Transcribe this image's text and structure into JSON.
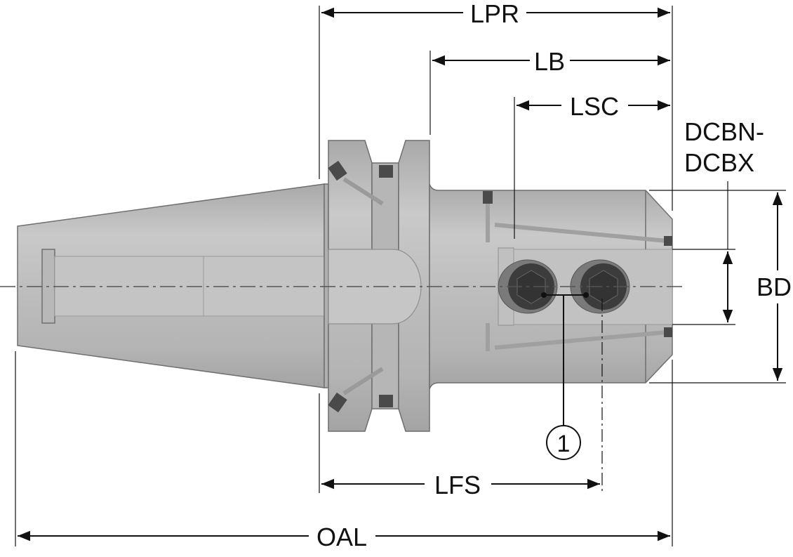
{
  "title": "Tool holder dimension drawing",
  "dimensions": {
    "lpr": "LPR",
    "lb": "LB",
    "lsc": "LSC",
    "dcbn": "DCBN-",
    "dcbx": "DCBX",
    "bd": "BD",
    "lfs": "LFS",
    "oal": "OAL"
  },
  "callout": {
    "number": "1"
  },
  "colors": {
    "body": "#bdbdbd",
    "body_dark": "#a8a8a8",
    "screw": "#3c3c3c",
    "line": "#111111"
  }
}
